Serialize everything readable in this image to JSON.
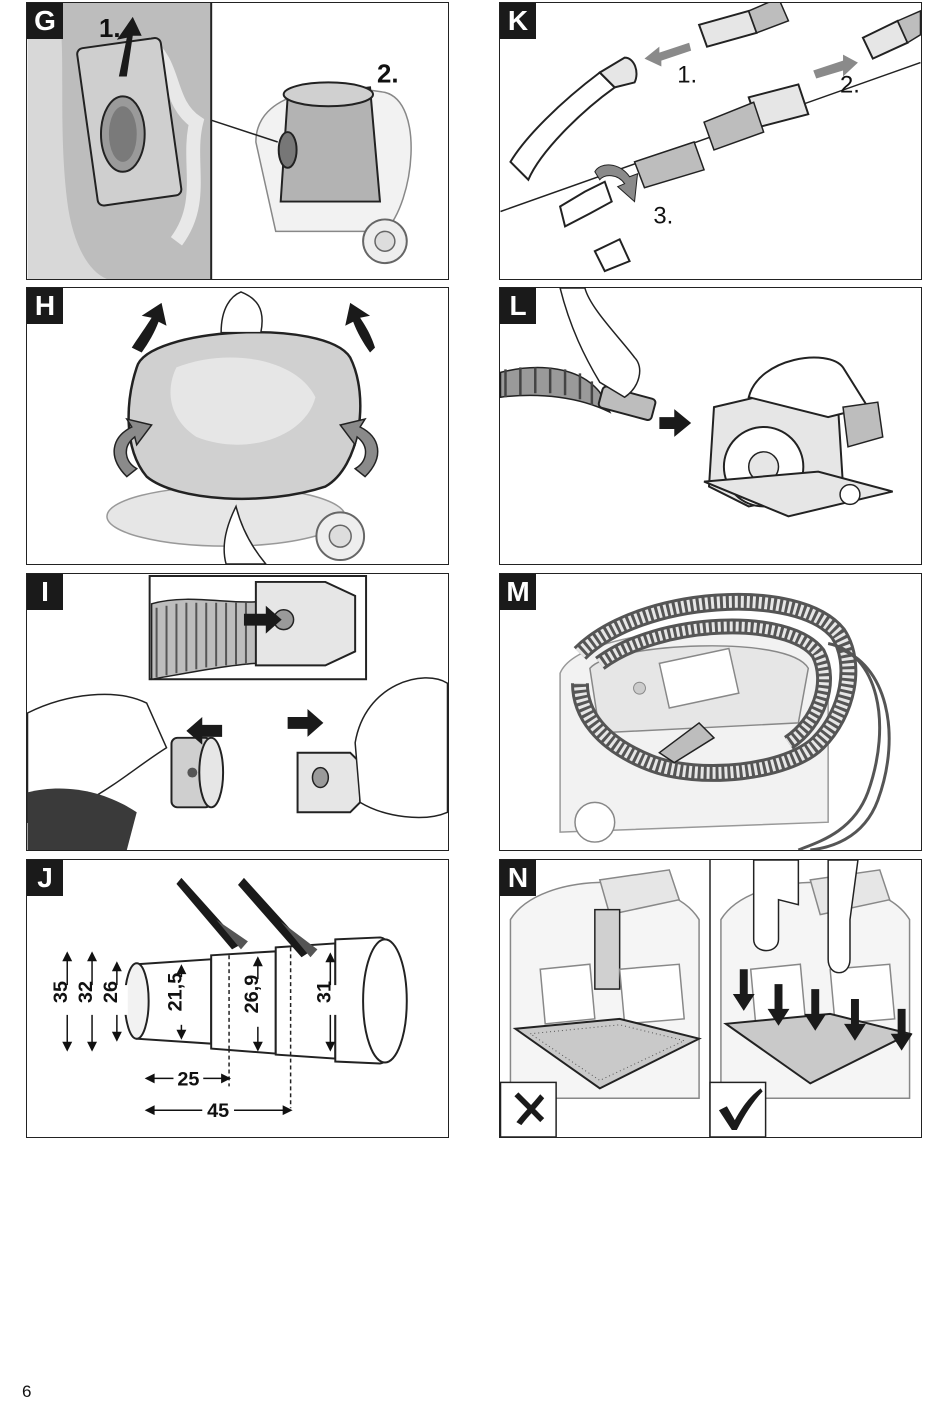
{
  "page_number": "6",
  "panels": {
    "G": {
      "letter": "G",
      "steps": [
        "1.",
        "2."
      ]
    },
    "H": {
      "letter": "H"
    },
    "I": {
      "letter": "I"
    },
    "J": {
      "letter": "J",
      "dimensions": [
        "35",
        "32",
        "26",
        "21,5",
        "26,9",
        "31",
        "25",
        "45"
      ]
    },
    "K": {
      "letter": "K",
      "steps": [
        "1.",
        "2.",
        "3."
      ]
    },
    "L": {
      "letter": "L"
    },
    "M": {
      "letter": "M"
    },
    "N": {
      "letter": "N",
      "icons": [
        "cross-icon",
        "check-icon"
      ]
    }
  },
  "colors": {
    "ink": "#1a1a1a",
    "grey_fill": "#c9c9c9",
    "light_fill": "#e6e6e6",
    "arrow_grey": "#8a8a8a"
  }
}
